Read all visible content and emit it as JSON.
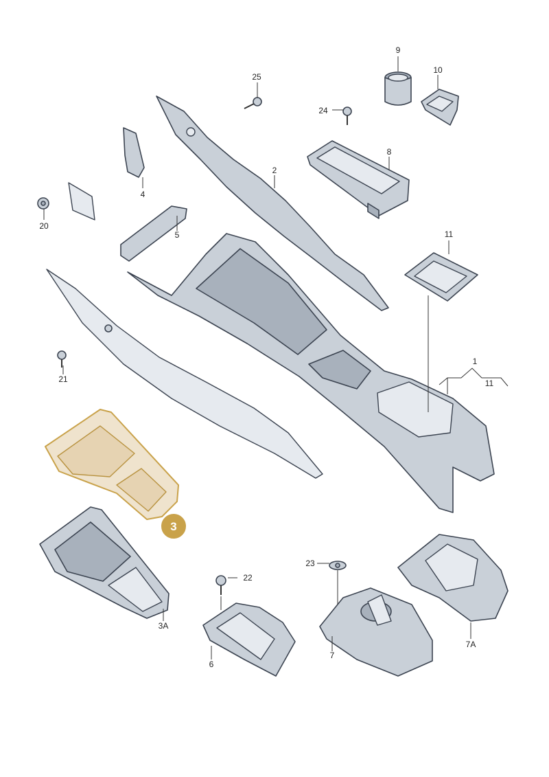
{
  "diagram": {
    "labels": {
      "p1": "1",
      "p2": "2",
      "p3": "3",
      "p3a": "3A",
      "p4": "4",
      "p5": "5",
      "p6": "6",
      "p7": "7",
      "p7a": "7A",
      "p8": "8",
      "p9": "9",
      "p10": "10",
      "p11": "11",
      "p11b": "11",
      "p20": "20",
      "p21": "21",
      "p22": "22",
      "p23": "23",
      "p24": "24",
      "p25": "25"
    },
    "highlight_color": "#c9a24a"
  }
}
